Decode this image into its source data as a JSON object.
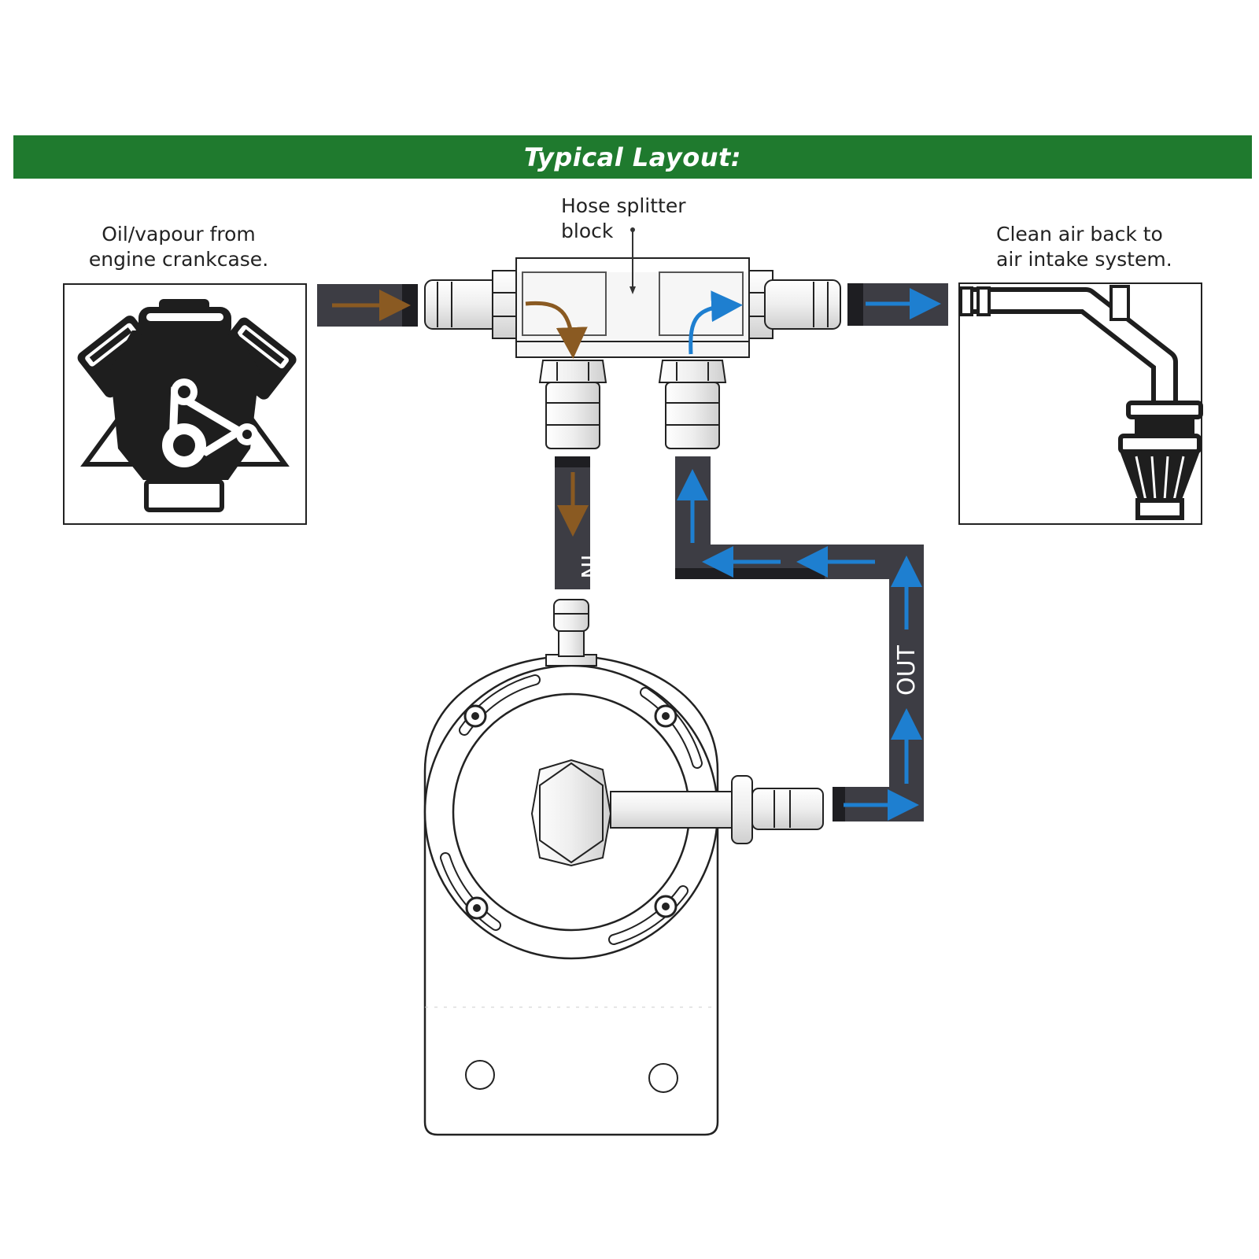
{
  "banner": {
    "title": "Typical Layout:"
  },
  "labels": {
    "source": [
      "Oil/vapour from",
      "engine crankcase."
    ],
    "splitter": [
      "Hose splitter",
      "block"
    ],
    "destination": [
      "Clean air back to",
      "air intake system."
    ]
  },
  "hoses": {
    "in_label": "IN",
    "out_label": "OUT"
  },
  "colors": {
    "banner": "#1f7a2e",
    "dirty_flow": "#8a5a22",
    "clean_flow": "#1e7fd0",
    "hose": "#3d3d44"
  },
  "icons": [
    "engine-icon",
    "air-intake-icon",
    "splitter-block-icon",
    "catch-can-icon"
  ]
}
